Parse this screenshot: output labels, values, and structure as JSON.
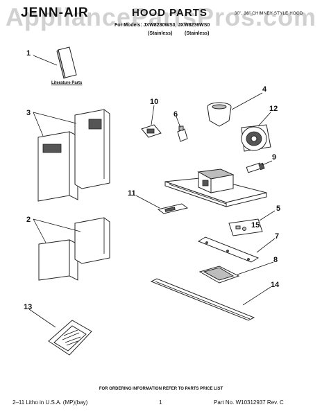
{
  "header": {
    "brand": "JENN-AIR",
    "title": "HOOD PARTS",
    "subtitle": "For Models: JXW8230WS0, JXW8236WS0",
    "product": "30\", 36\" CHIMNEY STYLE HOOD",
    "stainless_1": "(Stainless)",
    "stainless_2": "(Stainless)"
  },
  "watermark": "AppliancePartsPros.com",
  "labels": {
    "literature": "Literature Parts",
    "callouts": [
      "1",
      "2",
      "3",
      "4",
      "5",
      "6",
      "7",
      "8",
      "9",
      "10",
      "11",
      "12",
      "13",
      "14",
      "15"
    ]
  },
  "footer": {
    "ordering": "FOR ORDERING INFORMATION REFER TO PARTS PRICE LIST",
    "litho": "2–11 Litho in U.S.A. (MP)(bay)",
    "page": "1",
    "part_no": "Part No. W10312937 Rev. C"
  }
}
